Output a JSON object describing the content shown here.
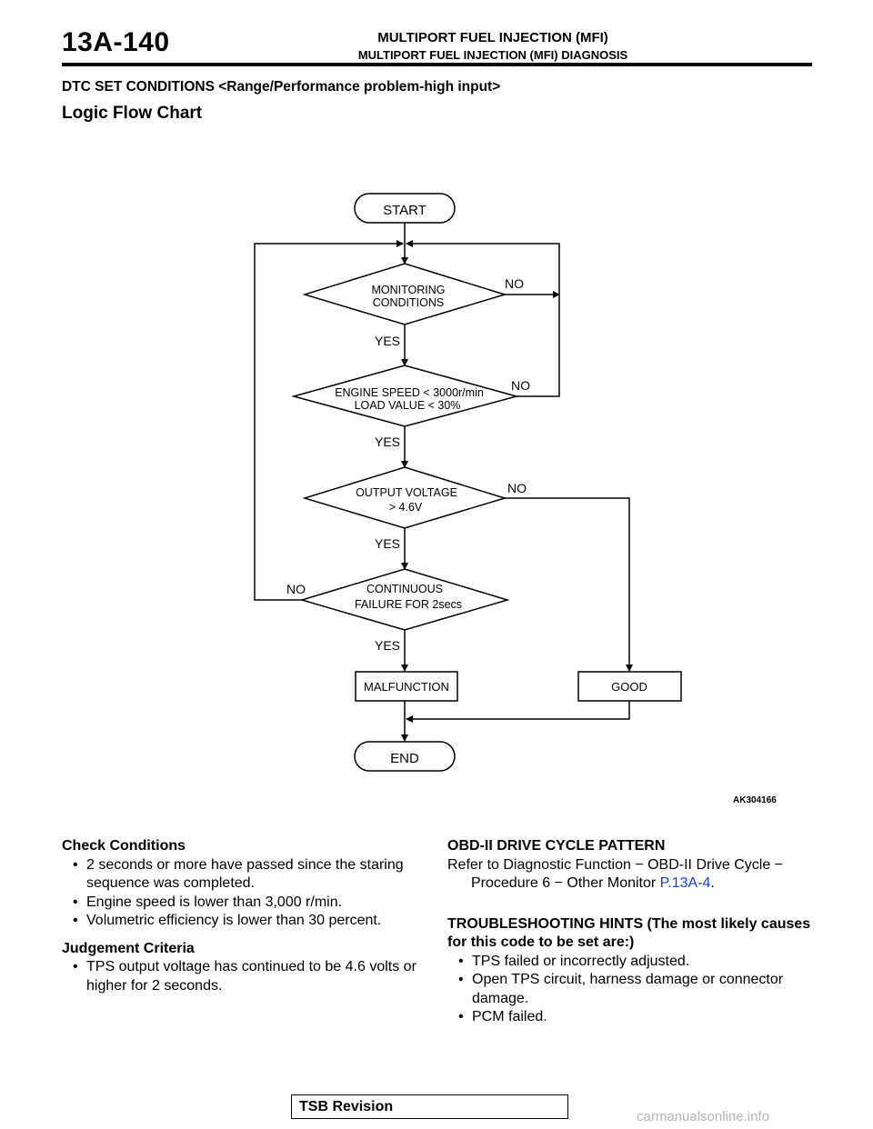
{
  "header": {
    "page_number": "13A-140",
    "title": "MULTIPORT FUEL INJECTION (MFI)",
    "subtitle": "MULTIPORT FUEL INJECTION (MFI) DIAGNOSIS"
  },
  "section_heading": "DTC SET CONDITIONS <Range/Performance problem-high input>",
  "chart_title": "Logic Flow Chart",
  "flowchart": {
    "start": "START",
    "end": "END",
    "decision1": [
      "MONITORING",
      "CONDITIONS"
    ],
    "decision2": [
      "ENGINE SPEED < 3000r/min",
      "LOAD VALUE < 30%"
    ],
    "decision3": [
      "OUTPUT VOLTAGE",
      "> 4.6V"
    ],
    "decision4": [
      "CONTINUOUS",
      "FAILURE FOR 2secs"
    ],
    "yes": "YES",
    "no": "NO",
    "malfunction": "MALFUNCTION",
    "good": "GOOD",
    "figure_code": "AK304166"
  },
  "check_conditions": {
    "heading": "Check Conditions",
    "items": [
      "2 seconds or more have passed since the staring sequence was completed.",
      "Engine speed is lower than 3,000 r/min.",
      "Volumetric efficiency is lower than 30 percent."
    ]
  },
  "judgement_criteria": {
    "heading": "Judgement Criteria",
    "items": [
      "TPS output voltage has continued to be 4.6 volts or higher for 2 seconds."
    ]
  },
  "drive_cycle": {
    "heading": "OBD-II DRIVE CYCLE PATTERN",
    "text": "Refer to Diagnostic Function − OBD-II Drive Cycle − Procedure 6 − Other Monitor",
    "link": "P.13A-4",
    "period": "."
  },
  "troubleshooting": {
    "heading": "TROUBLESHOOTING HINTS (The most likely causes for this code to be set are:)",
    "items": [
      "TPS failed or incorrectly adjusted.",
      "Open TPS circuit, harness damage or connector damage.",
      "PCM failed."
    ]
  },
  "footer": {
    "tsb": "TSB Revision",
    "watermark": "carmanualsonline.info"
  }
}
